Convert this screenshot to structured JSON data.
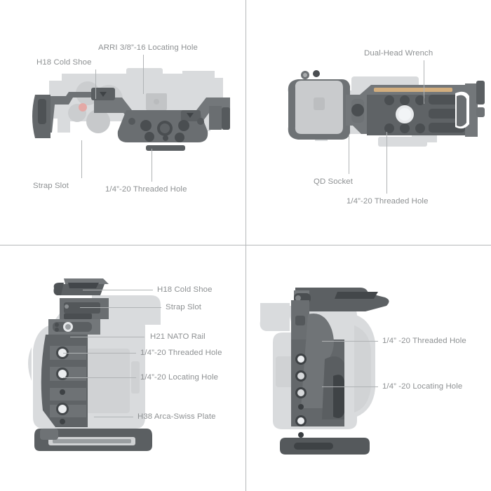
{
  "page": {
    "background": "#ffffff",
    "divider_color": "#b6b8ba",
    "label_color": "#8d9092",
    "cage_dark": "#5d6164",
    "cage_mid": "#7b7f82",
    "camera_ghost": "#d9dbdd"
  },
  "panels": [
    {
      "id": "top-view",
      "name": "camera-cage-top-view",
      "labels": [
        {
          "id": "arri-locating-hole",
          "text": "ARRI 3/8”-16 Locating Hole"
        },
        {
          "id": "h18-cold-shoe",
          "text": "H18 Cold Shoe"
        },
        {
          "id": "strap-slot",
          "text": "Strap Slot"
        },
        {
          "id": "quarter-threaded-hole",
          "text": "1/4”-20 Threaded Hole"
        }
      ]
    },
    {
      "id": "bottom-view",
      "name": "camera-cage-bottom-view",
      "labels": [
        {
          "id": "dual-head-wrench",
          "text": "Dual-Head Wrench"
        },
        {
          "id": "qd-socket",
          "text": "QD Socket"
        },
        {
          "id": "quarter-threaded-hole",
          "text": "1/4”-20 Threaded Hole"
        }
      ]
    },
    {
      "id": "left-side-view",
      "name": "camera-cage-left-side-view",
      "labels": [
        {
          "id": "h18-cold-shoe",
          "text": "H18 Cold Shoe"
        },
        {
          "id": "strap-slot",
          "text": "Strap Slot"
        },
        {
          "id": "h21-nato-rail",
          "text": "H21 NATO Rail"
        },
        {
          "id": "quarter-threaded-hole",
          "text": "1/4”-20 Threaded Hole"
        },
        {
          "id": "quarter-locating-hole",
          "text": "1/4”-20 Locating Hole"
        },
        {
          "id": "h38-arca-swiss-plate",
          "text": "H38 Arca-Swiss Plate"
        }
      ]
    },
    {
      "id": "right-side-view",
      "name": "camera-cage-right-side-view",
      "labels": [
        {
          "id": "quarter-threaded-hole",
          "text": "1/4”  -20 Threaded Hole"
        },
        {
          "id": "quarter-locating-hole",
          "text": "1/4”  -20 Locating Hole"
        }
      ]
    }
  ]
}
